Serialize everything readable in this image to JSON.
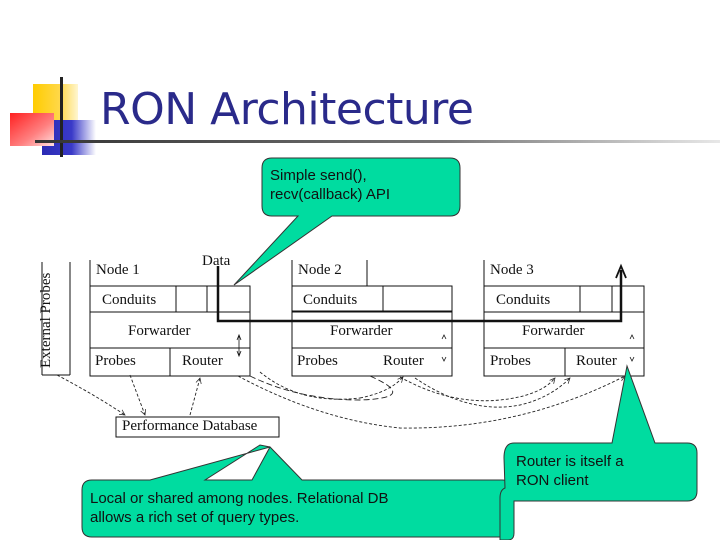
{
  "slide": {
    "title": "RON Architecture"
  },
  "diagram": {
    "side_label": "External Probes",
    "data_label": "Data",
    "nodes": [
      {
        "name": "Node 1",
        "conduits": "Conduits",
        "forwarder": "Forwarder",
        "probes": "Probes",
        "router": "Router"
      },
      {
        "name": "Node 2",
        "conduits": "Conduits",
        "forwarder": "Forwarder",
        "probes": "Probes",
        "router": "Router"
      },
      {
        "name": "Node 3",
        "conduits": "Conduits",
        "forwarder": "Forwarder",
        "probes": "Probes",
        "router": "Router"
      }
    ],
    "database": "Performance Database"
  },
  "callouts": {
    "api": {
      "line1": "Simple send(),",
      "line2": "recv(callback) API"
    },
    "db": {
      "line1": "Local or shared among nodes.  Relational DB",
      "line2": "allows a rich set of query types."
    },
    "router": {
      "line1": "Router is itself a",
      "line2": "RON client"
    }
  },
  "colors": {
    "callout_fill": "#00dca0",
    "title": "#2a2a8a",
    "deco_yellow": "#ffcc00",
    "deco_blue": "#2a2ab4",
    "deco_red": "#ff3030"
  }
}
